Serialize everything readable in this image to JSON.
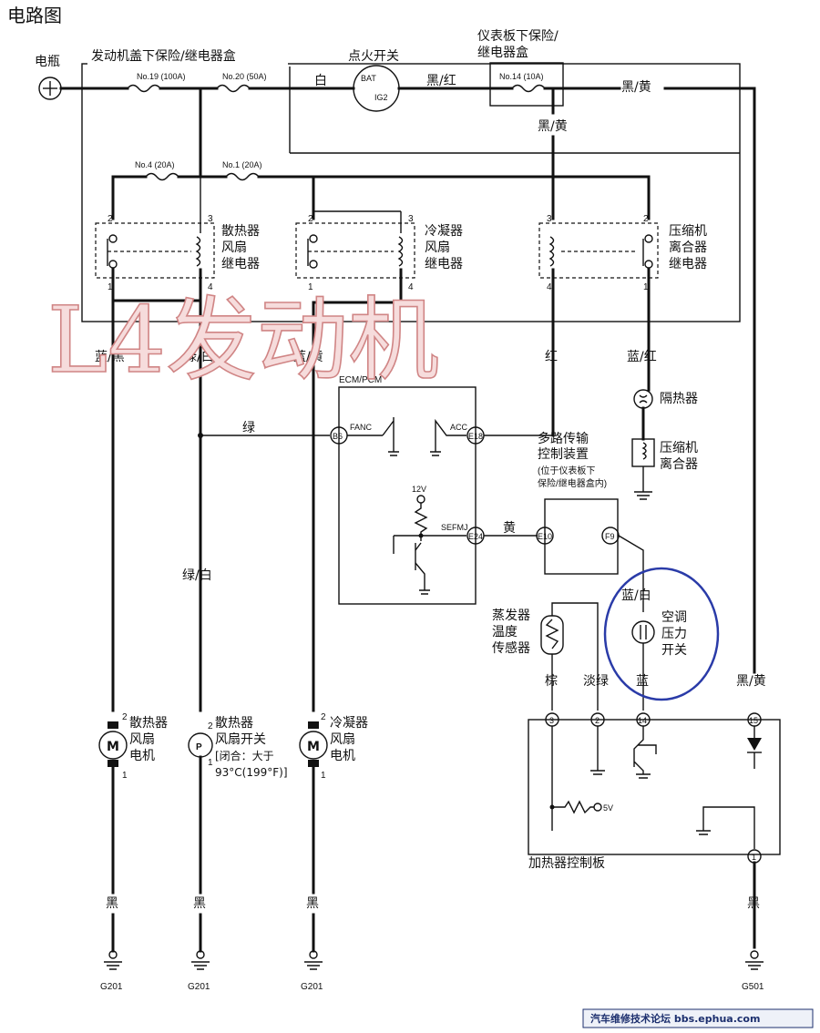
{
  "title": "电路图",
  "labels": {
    "battery": "电瓶",
    "underhood_box": "发动机盖下保险/继电器盒",
    "ignition_switch": "点火开关",
    "bat": "BAT",
    "ig2": "IG2",
    "dash_box_l1": "仪表板下保险/",
    "dash_box_l2": "继电器盒",
    "ecm": "ECM/PCM",
    "fanc": "FANC",
    "acc": "ACC",
    "sefmj": "SEFMJ",
    "v12": "12V",
    "v5": "5V",
    "heater_panel": "加热器控制板"
  },
  "fuses": {
    "f19": "No.19 (100A)",
    "f20": "No.20 (50A)",
    "f14": "No.14 (10A)",
    "f4": "No.4 (20A)",
    "f1": "No.1 (20A)"
  },
  "relays": {
    "radiator": [
      "散热器",
      "风扇",
      "继电器"
    ],
    "condenser": [
      "冷凝器",
      "风扇",
      "继电器"
    ],
    "compressor": [
      "压缩机",
      "离合器",
      "继电器"
    ]
  },
  "wires": {
    "white": "白",
    "black_red": "黑/红",
    "black_yellow_1": "黑/黄",
    "black_yellow_2": "黑/黄",
    "black_yellow_3": "黑/黄",
    "blue_black": "蓝/黑",
    "green_white_1": "绿/白",
    "green_white_2": "绿/白",
    "blue_yellow": "蓝/黄",
    "red": "红",
    "blue_red": "蓝/红",
    "green": "绿",
    "yellow": "黄",
    "blue_white": "蓝/白",
    "brown": "棕",
    "light_green": "淡绿",
    "blue": "蓝",
    "black_1": "黑",
    "black_2": "黑",
    "black_3": "黑",
    "black_4": "黑"
  },
  "components": {
    "thermal_protector": "隔热器",
    "clutch": [
      "压缩机",
      "离合器"
    ],
    "mplcu": [
      "多路传输",
      "控制装置",
      "(位于仪表板下",
      "保险/继电器盒内)"
    ],
    "evap_sensor": [
      "蒸发器",
      "温度",
      "传感器"
    ],
    "ac_pressure_switch": [
      "空调",
      "压力",
      "开关"
    ],
    "radiator_motor": [
      "散热器",
      "风扇",
      "电机"
    ],
    "radiator_switch": [
      "散热器",
      "风扇开关",
      "[闭合：大于",
      "93°C(199°F)]"
    ],
    "condenser_motor": [
      "冷凝器",
      "风扇",
      "电机"
    ]
  },
  "connectors": {
    "b6": "B6",
    "e18": "E18",
    "e24": "E24",
    "e10": "E10",
    "f9": "F9",
    "p3": "3",
    "p2": "2",
    "p14": "14",
    "p15": "15",
    "p1": "1"
  },
  "grounds": {
    "g1": "G201",
    "g2": "G201",
    "g3": "G201",
    "g4": "G501"
  },
  "symbols": {
    "motor": "M",
    "pressure": "P"
  },
  "watermark": "L4发动机",
  "footer": "汽车维修技术论坛 bbs.ephua.com"
}
